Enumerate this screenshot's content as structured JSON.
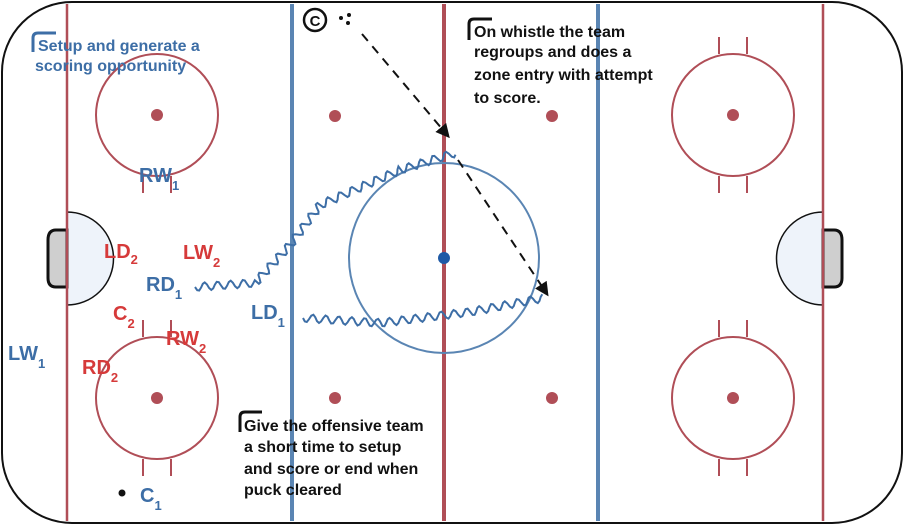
{
  "diagram": {
    "colors": {
      "board": "#111111",
      "red_line": "#b04e57",
      "blue_line": "#5a85b3",
      "red_team": "#d63a3a",
      "blue_team": "#3d6ea6",
      "crease_fill": "#eef3fa",
      "net_fill": "#cfcfcf",
      "center_dot": "#1f5aa6",
      "faceoff_dot": "#b04e57"
    },
    "notes": {
      "top_left": [
        "Setup and generate a",
        "scoring opportunity"
      ],
      "top_right": [
        "On whistle the team",
        "regroups and does a",
        "zone entry with attempt",
        "to score."
      ],
      "bottom_center": [
        "Give the offensive team",
        "a short time to setup",
        "and score or end when",
        "puck cleared"
      ]
    },
    "coach": {
      "symbol": "C"
    },
    "players": {
      "red": [
        {
          "id": "ld2",
          "label": "LD",
          "num": "2"
        },
        {
          "id": "lw2",
          "label": "LW",
          "num": "2"
        },
        {
          "id": "c2",
          "label": "C",
          "num": "2"
        },
        {
          "id": "rw2",
          "label": "RW",
          "num": "2"
        },
        {
          "id": "rd2",
          "label": "RD",
          "num": "2"
        }
      ],
      "blue": [
        {
          "id": "rw1",
          "label": "RW",
          "num": "1"
        },
        {
          "id": "rd1",
          "label": "RD",
          "num": "1"
        },
        {
          "id": "ld1",
          "label": "LD",
          "num": "1"
        },
        {
          "id": "lw1",
          "label": "LW",
          "num": "1"
        },
        {
          "id": "c1",
          "label": "C",
          "num": "1"
        }
      ]
    }
  }
}
